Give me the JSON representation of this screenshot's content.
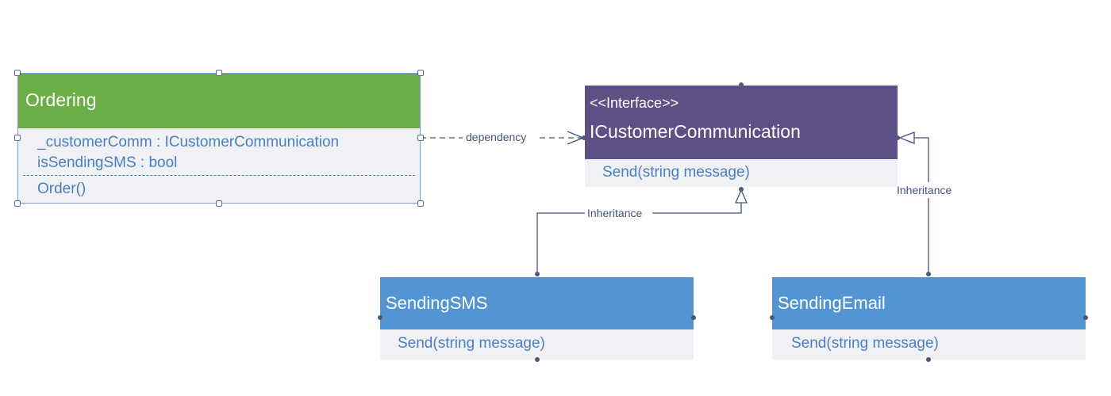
{
  "nodes": {
    "ordering": {
      "title": "Ordering",
      "fields": [
        "_customerComm : ICustomerCommunication",
        "isSendingSMS : bool"
      ],
      "methods": [
        "Order()"
      ]
    },
    "interface": {
      "stereotype": "<<Interface>>",
      "title": "ICustomerCommunication",
      "methods": [
        "Send(string message)"
      ]
    },
    "sending_sms": {
      "title": "SendingSMS",
      "methods": [
        "Send(string message)"
      ]
    },
    "sending_email": {
      "title": "SendingEmail",
      "methods": [
        "Send(string message)"
      ]
    }
  },
  "edges": {
    "dependency": "dependency",
    "inheritance_sms": "Inheritance",
    "inheritance_email": "Inheritance"
  },
  "colors": {
    "ordering_header": "#6cae46",
    "interface_header": "#5e5084",
    "impl_header": "#5295d2",
    "member_text": "#4a7fc0",
    "connector": "#44557a"
  }
}
